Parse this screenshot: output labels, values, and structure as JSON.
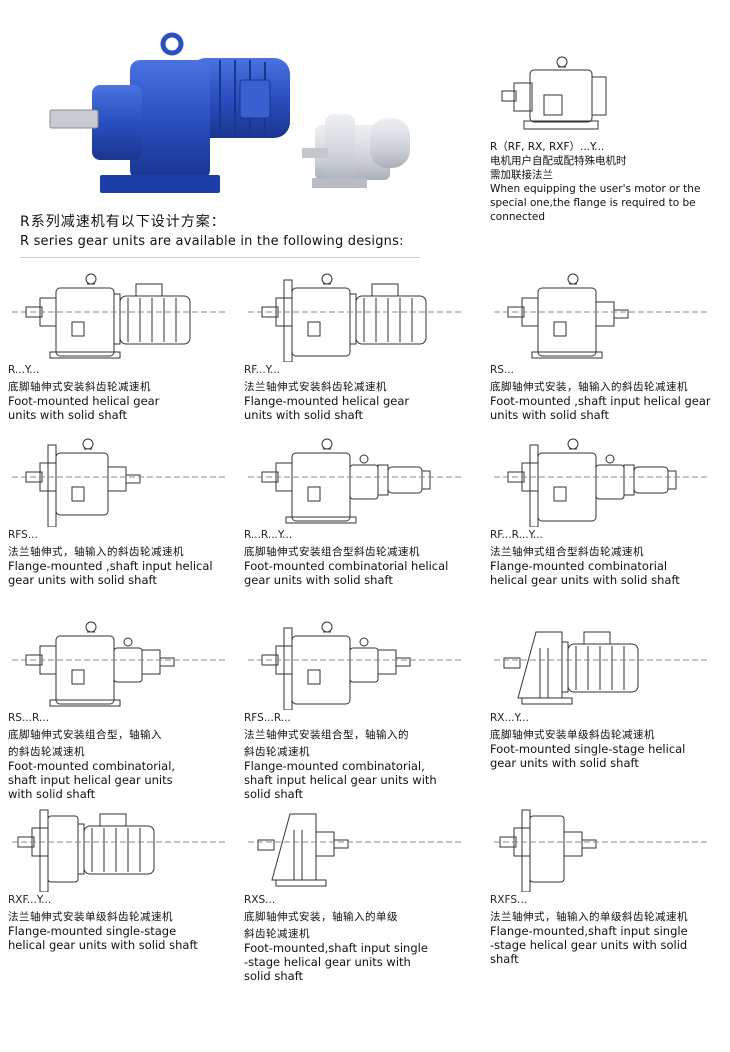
{
  "top_right": {
    "code": "R（RF, RX, RXF）...Y...",
    "cn_lines": [
      "电机用户自配或配特殊电机时",
      "需加联接法兰"
    ],
    "en_lines": [
      "When equipping the user's motor or the",
      "special one,the flange is required to be",
      "connected"
    ]
  },
  "intro": {
    "cn": "R系列减速机有以下设计方案：",
    "en": "R series gear units are available in the following designs:"
  },
  "colors": {
    "motor_blue": "#2a4fc0",
    "line": "#333333",
    "grey_body": "#d8dbe0"
  },
  "designs": [
    {
      "code": "R...Y...",
      "cn": [
        "底脚轴伸式安装斜齿轮减速机"
      ],
      "en": [
        "Foot-mounted helical gear",
        "units with solid shaft"
      ]
    },
    {
      "code": "RF...Y...",
      "cn": [
        "法兰轴伸式安装斜齿轮减速机"
      ],
      "en": [
        "Flange-mounted helical gear",
        "units with solid shaft"
      ]
    },
    {
      "code": "RS...",
      "cn": [
        "底脚轴伸式安装，轴输入的斜齿轮减速机"
      ],
      "en": [
        "Foot-mounted ,shaft input helical gear",
        "units with solid shaft"
      ]
    },
    {
      "code": "RFS...",
      "cn": [
        "法兰轴伸式，轴输入的斜齿轮减速机"
      ],
      "en": [
        "Flange-mounted ,shaft input helical",
        "gear units with solid shaft"
      ]
    },
    {
      "code": "R...R...Y...",
      "cn": [
        "底脚轴伸式安装组合型斜齿轮减速机"
      ],
      "en": [
        "Foot-mounted combinatorial helical",
        "gear units with solid shaft"
      ]
    },
    {
      "code": "RF...R...Y...",
      "cn": [
        "法兰轴伸式组合型斜齿轮减速机"
      ],
      "en": [
        "Flange-mounted combinatorial",
        "helical gear units with solid shaft"
      ]
    },
    {
      "code": "RS...R...",
      "cn": [
        "底脚轴伸式安装组合型，轴输入",
        "的斜齿轮减速机"
      ],
      "en": [
        "Foot-mounted combinatorial,",
        "shaft input helical gear units",
        "with solid shaft"
      ]
    },
    {
      "code": "RFS...R...",
      "cn": [
        "法兰轴伸式安装组合型，轴输入的",
        "斜齿轮减速机"
      ],
      "en": [
        "Flange-mounted combinatorial,",
        "shaft input helical gear units with",
        "solid shaft"
      ]
    },
    {
      "code": "RX...Y...",
      "cn": [
        "底脚轴伸式安装单级斜齿轮减速机"
      ],
      "en": [
        "Foot-mounted single-stage helical",
        "gear units with solid shaft"
      ]
    },
    {
      "code": "RXF...Y...",
      "cn": [
        "法兰轴伸式安装单级斜齿轮减速机"
      ],
      "en": [
        "Flange-mounted single-stage",
        "helical gear units with solid shaft"
      ]
    },
    {
      "code": "RXS...",
      "cn": [
        "底脚轴伸式安装，轴输入的单级",
        "斜齿轮减速机"
      ],
      "en": [
        "Foot-mounted,shaft input single",
        "-stage  helical gear units with",
        "solid shaft"
      ]
    },
    {
      "code": "RXFS...",
      "cn": [
        "法兰轴伸式，轴输入的单级斜齿轮减速机"
      ],
      "en": [
        "Flange-mounted,shaft input single",
        "-stage  helical gear units with solid",
        "shaft"
      ]
    }
  ]
}
